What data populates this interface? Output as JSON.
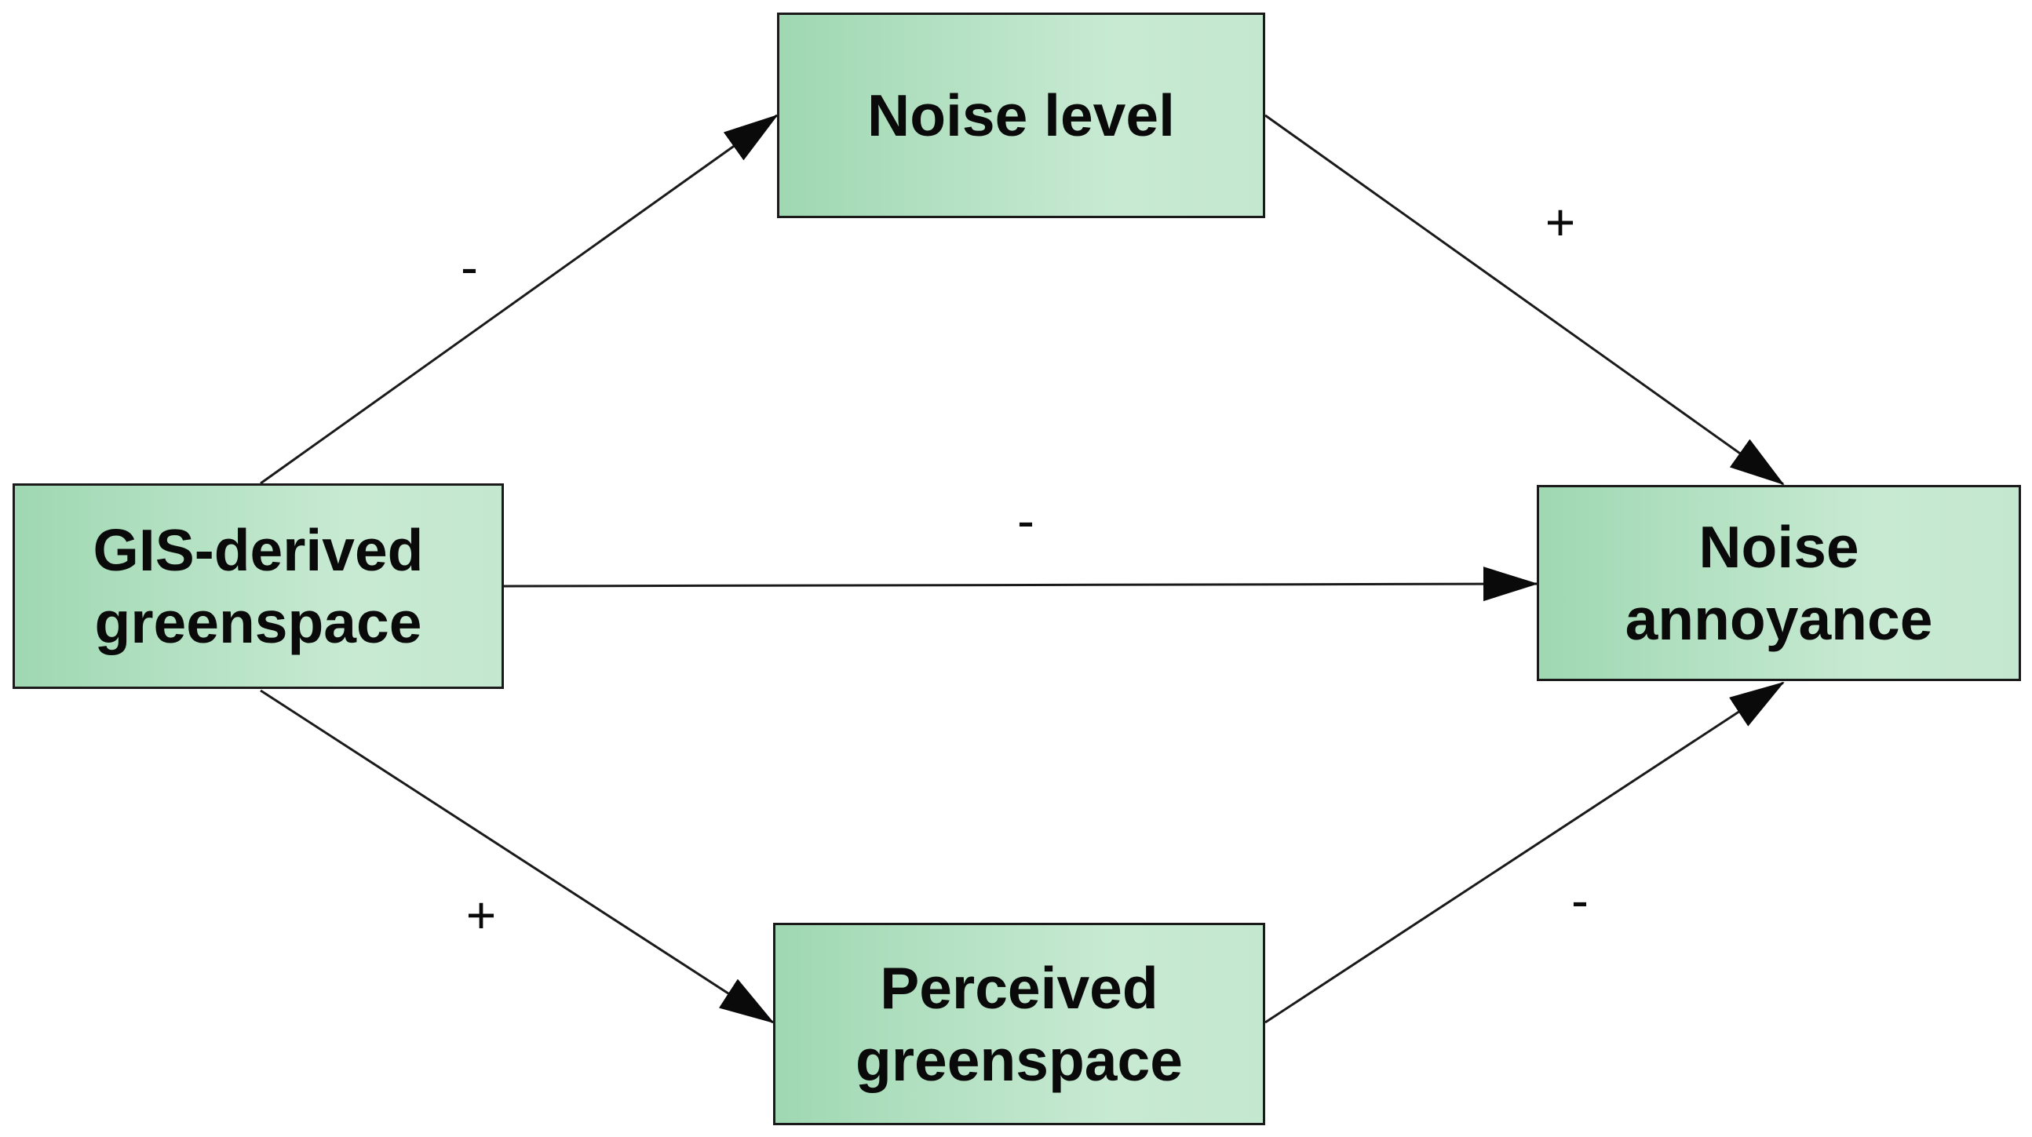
{
  "nodes": {
    "gis_greenspace": "GIS-derived\ngreenspace",
    "noise_level": "Noise level",
    "perceived_greenspace": "Perceived\ngreenspace",
    "noise_annoyance": "Noise\nannoyance"
  },
  "edges": {
    "gis_to_noise_level": "-",
    "noise_level_to_annoyance": "+",
    "gis_to_annoyance": "-",
    "gis_to_perceived": "+",
    "perceived_to_annoyance": "-"
  },
  "colors": {
    "node_fill_dark": "#9fd8b2",
    "node_fill_light": "#c8ead3",
    "stroke": "#1a1a1a"
  }
}
